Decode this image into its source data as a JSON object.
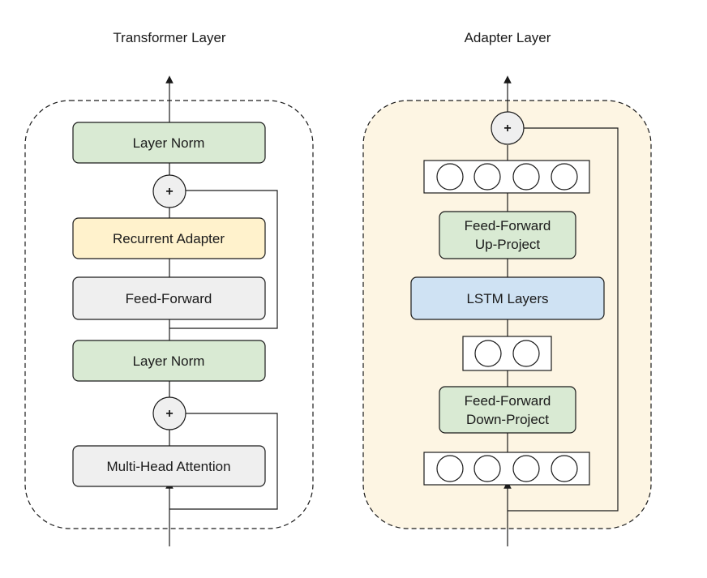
{
  "titles": {
    "left": "Transformer Layer",
    "right": "Adapter Layer"
  },
  "transformer": {
    "layer_norm_top": "Layer Norm",
    "recurrent_adapter": "Recurrent Adapter",
    "feed_forward": "Feed-Forward",
    "layer_norm_bottom": "Layer Norm",
    "multi_head_attention": "Multi-Head Attention",
    "plus_top": "+",
    "plus_bottom": "+"
  },
  "adapter": {
    "plus": "+",
    "up_project_line1": "Feed-Forward",
    "up_project_line2": "Up-Project",
    "lstm": "LSTM Layers",
    "down_project_line1": "Feed-Forward",
    "down_project_line2": "Down-Project"
  },
  "colors": {
    "layer_norm": "#d9ead3",
    "recurrent_adapter": "#fff2cc",
    "feed_forward": "#efefef",
    "lstm": "#cfe2f3",
    "adapter_panel": "#fdf5e3"
  }
}
